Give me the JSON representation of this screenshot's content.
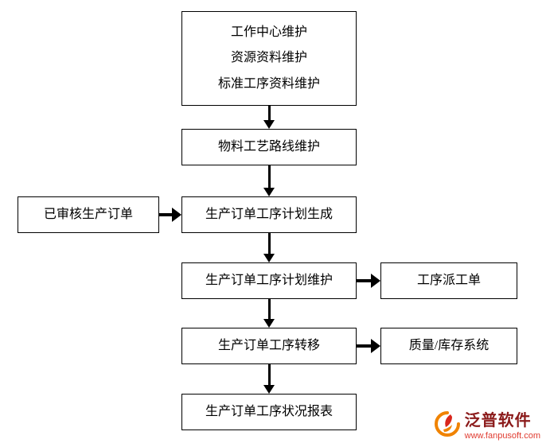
{
  "diagram": {
    "type": "flowchart",
    "nodes": {
      "top": {
        "lines": [
          "工作中心维护",
          "资源资料维护",
          "标准工序资料维护"
        ]
      },
      "material_routing": {
        "label": "物料工艺路线维护"
      },
      "approved_order": {
        "label": "已审核生产订单"
      },
      "plan_generate": {
        "label": "生产订单工序计划生成"
      },
      "plan_maintain": {
        "label": "生产订单工序计划维护"
      },
      "dispatch_order": {
        "label": "工序派工单"
      },
      "process_transfer": {
        "label": "生产订单工序转移"
      },
      "quality_inventory": {
        "label": "质量/库存系统"
      },
      "status_report": {
        "label": "生产订单工序状况报表"
      }
    },
    "edges": [
      "top -> material_routing",
      "material_routing -> plan_generate",
      "approved_order -> plan_generate",
      "plan_generate -> plan_maintain",
      "plan_maintain -> dispatch_order",
      "plan_maintain -> process_transfer",
      "process_transfer -> quality_inventory",
      "process_transfer -> status_report"
    ]
  },
  "logo": {
    "name": "泛普软件",
    "url": "www.fanpusoft.com",
    "name_color": "#8b1a1a",
    "url_color": "#e03c31",
    "icon_color_outer": "#f08300",
    "icon_color_inner": "#d9261c"
  },
  "colors": {
    "background": "#ffffff",
    "box_border": "#000000",
    "arrow": "#000000"
  }
}
